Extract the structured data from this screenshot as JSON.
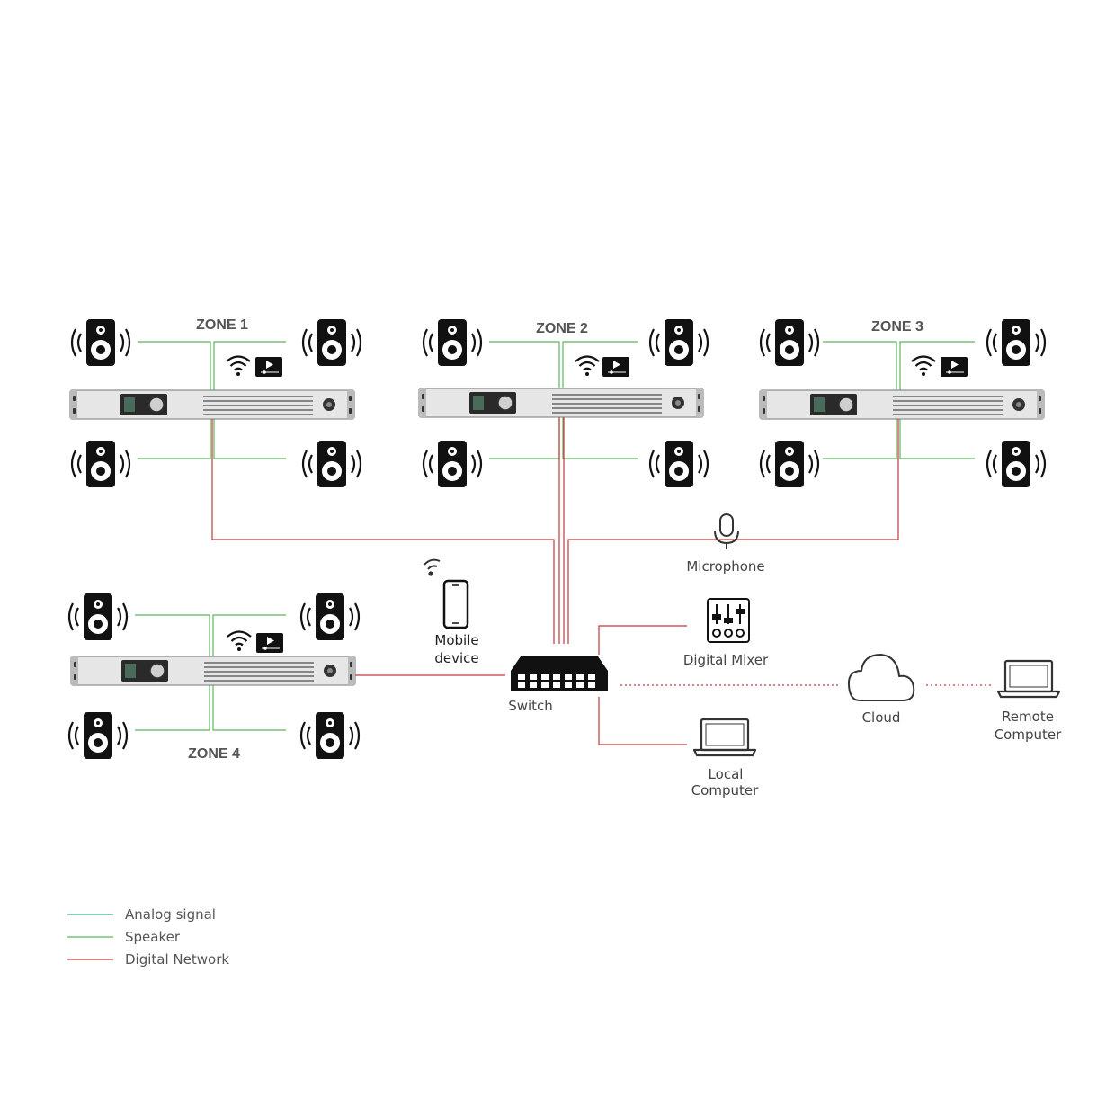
{
  "zones": [
    {
      "label": "ZONE 1"
    },
    {
      "label": "ZONE 2"
    },
    {
      "label": "ZONE 3"
    },
    {
      "label": "ZONE 4"
    }
  ],
  "devices": {
    "microphone": "Microphone",
    "mobile_line1": "Mobile",
    "mobile_line2": "device",
    "switch": "Switch",
    "digital_mixer": "Digital Mixer",
    "cloud": "Cloud",
    "remote_line1": "Remote",
    "remote_line2": "Computer",
    "local_line1": "Local",
    "local_line2": "Computer"
  },
  "legend": [
    {
      "label": "Analog signal",
      "color": "#3fae8e"
    },
    {
      "label": "Speaker",
      "color": "#5cb85c"
    },
    {
      "label": "Digital Network",
      "color": "#c0393b"
    }
  ],
  "colors": {
    "analog": "#3fae8e",
    "speaker": "#5cb85c",
    "network": "#c0393b",
    "device": "#111111"
  }
}
